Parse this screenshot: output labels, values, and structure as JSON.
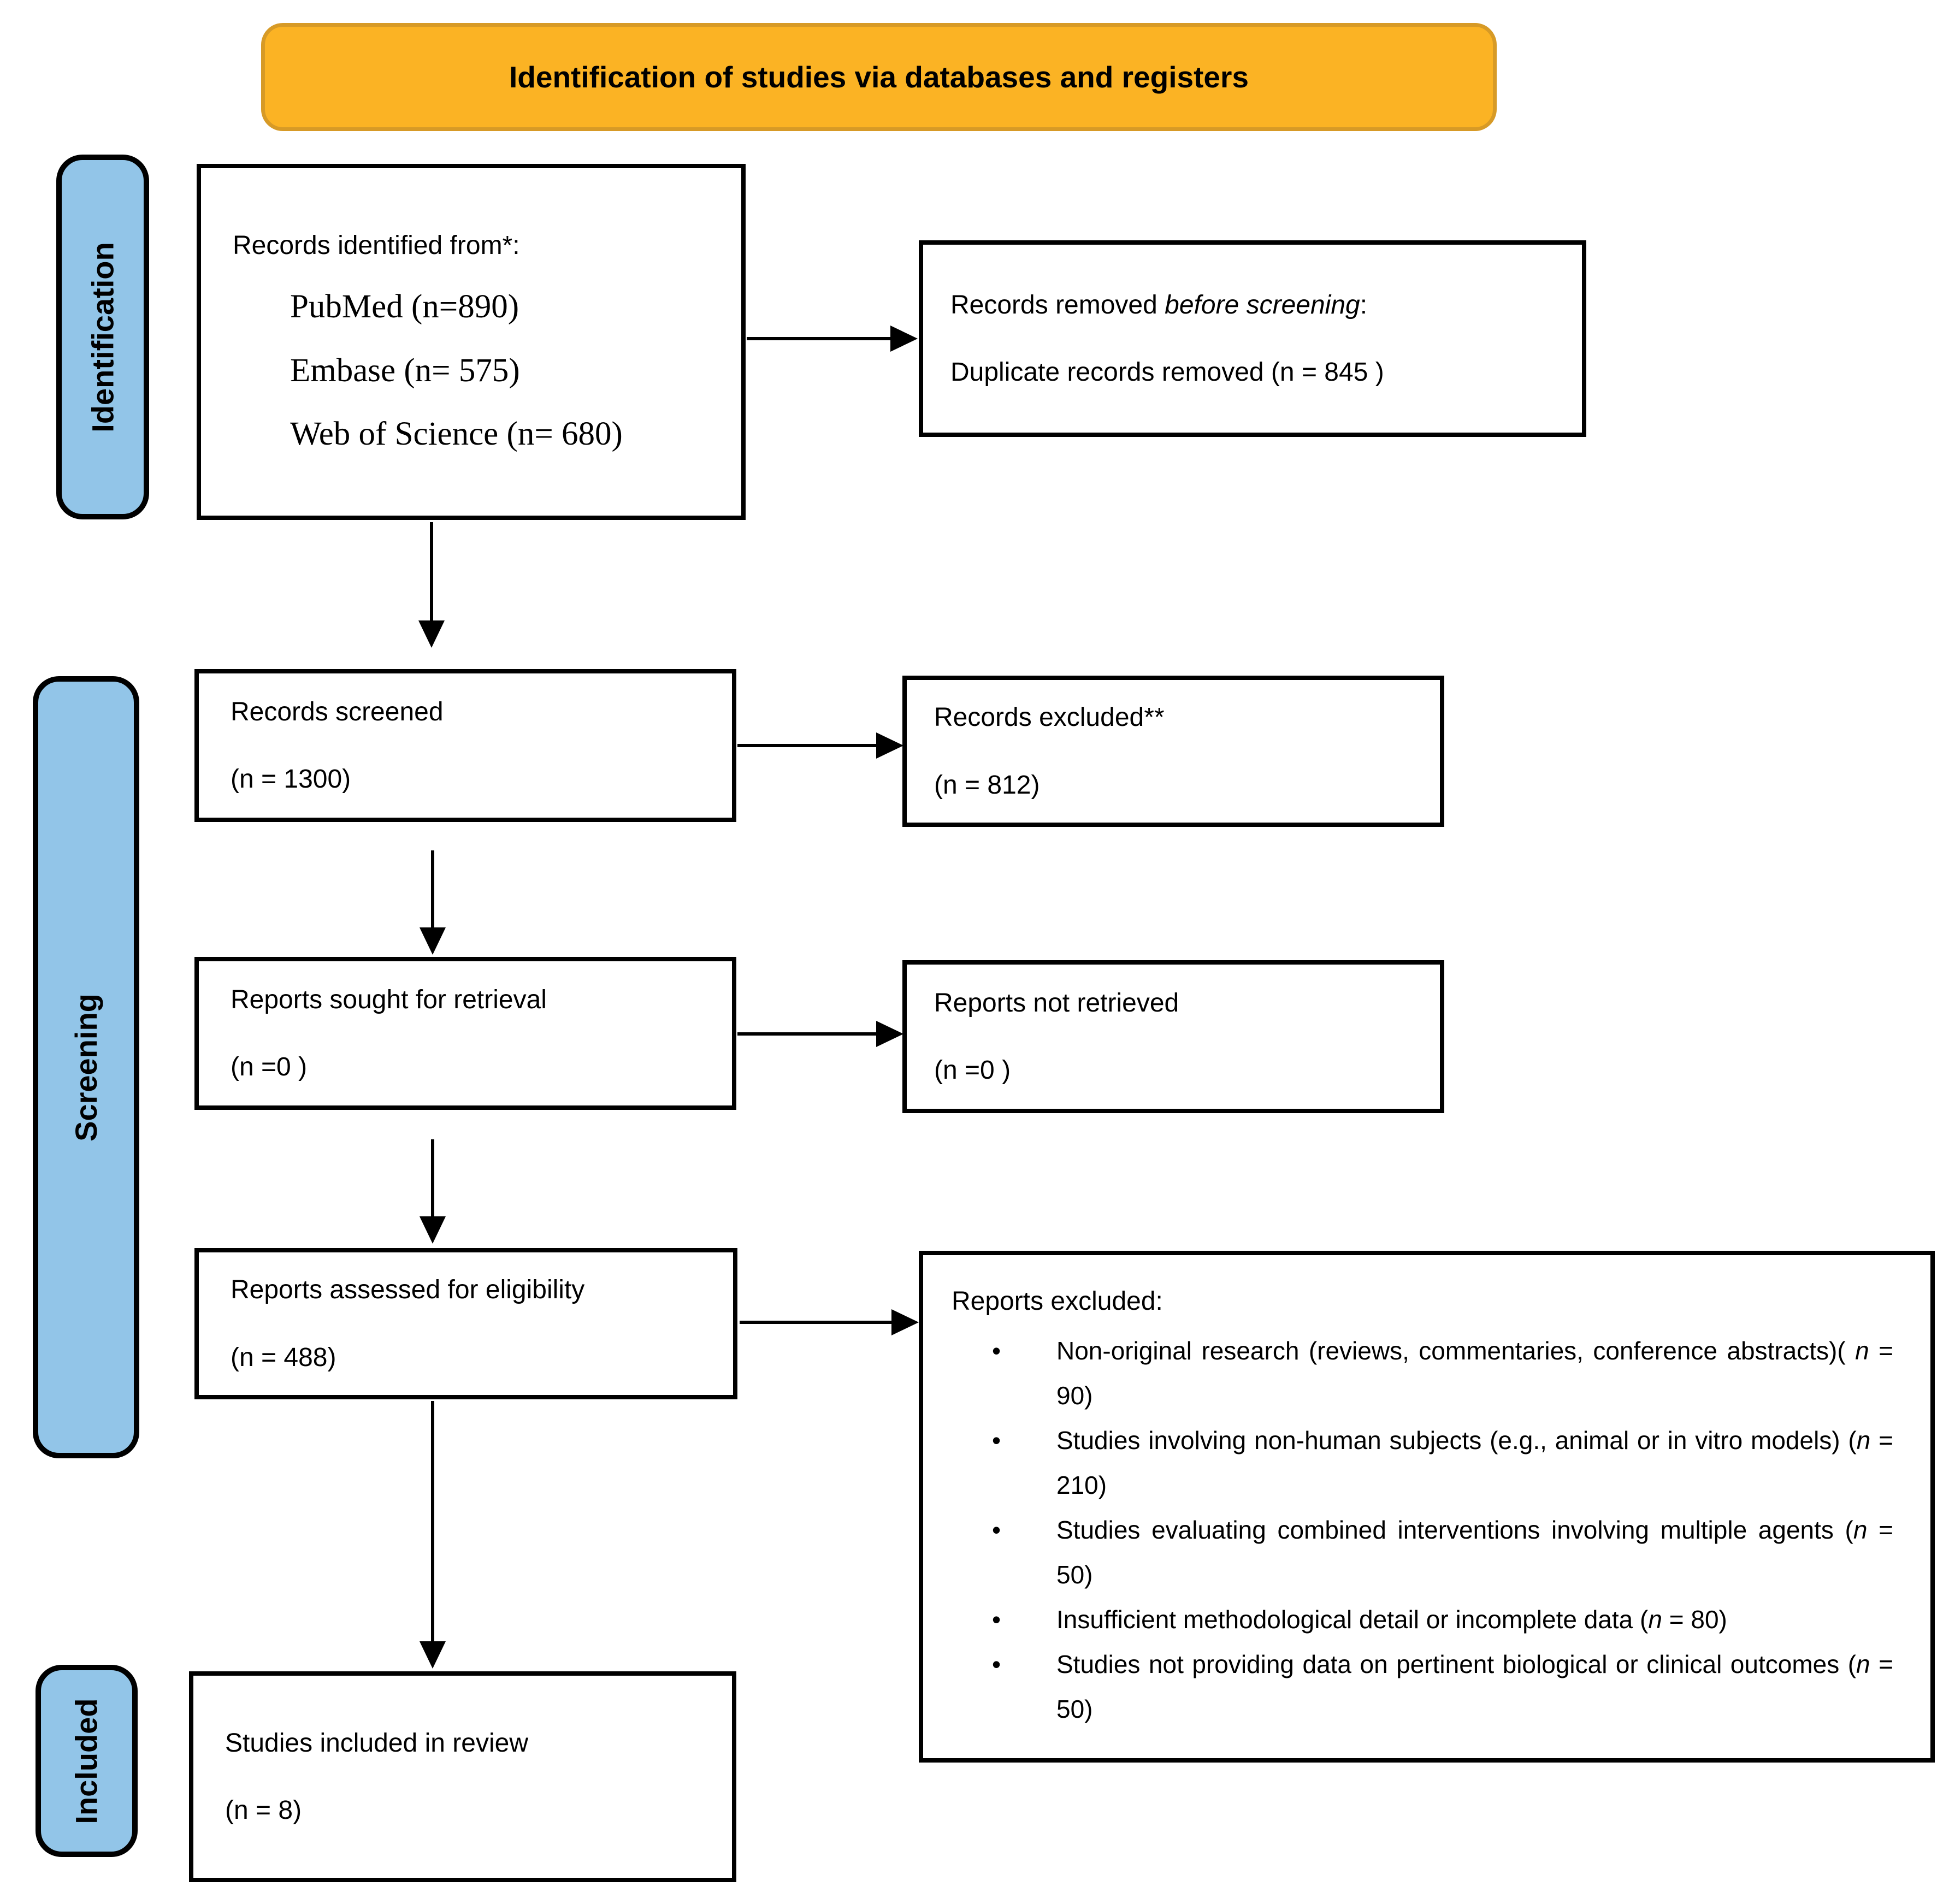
{
  "banner": {
    "title": "Identification of studies via databases and registers"
  },
  "stages": {
    "identification": "Identification",
    "screening": "Screening",
    "included": "Included"
  },
  "boxes": {
    "records_identified": {
      "intro": "Records identified from*:",
      "sources": [
        "PubMed (n=890)",
        "Embase (n= 575)",
        "Web of Science (n= 680)"
      ]
    },
    "records_removed": {
      "line1_pre": "Records removed ",
      "line1_italic": "before screening",
      "line1_post": ":",
      "line2": "Duplicate records removed  (n = 845 )"
    },
    "records_screened": {
      "line1": "Records screened",
      "line2": "(n = 1300)"
    },
    "records_excluded": {
      "line1": "Records excluded**",
      "line2": "(n = 812)"
    },
    "reports_sought": {
      "line1": "Reports sought for retrieval",
      "line2": "(n =0 )"
    },
    "reports_not_retrieved": {
      "line1": "Reports not retrieved",
      "line2": "(n =0 )"
    },
    "reports_assessed": {
      "line1": "Reports assessed for eligibility",
      "line2": "(n = 488)"
    },
    "reports_excluded": {
      "header": "Reports excluded:",
      "bullet_glyph": "•",
      "items": [
        {
          "pre": "Non-original research (reviews, commentaries, conference abstracts)( ",
          "n": "n",
          "post": " = 90)"
        },
        {
          "pre": "Studies involving non-human subjects (e.g., animal or in vitro models) (",
          "n": "n",
          "post": " = 210)"
        },
        {
          "pre": "Studies evaluating combined interventions involving multiple agents (",
          "n": "n",
          "post": " = 50)"
        },
        {
          "pre": "Insufficient methodological detail or incomplete data (",
          "n": "n",
          "post": " = 80)"
        },
        {
          "pre": "Studies not providing data on pertinent biological or clinical outcomes (",
          "n": "n",
          "post": " = 50)"
        }
      ]
    },
    "studies_included": {
      "line1": "Studies included in review",
      "line2": "(n = 8)"
    }
  },
  "colors": {
    "banner_fill": "#FBB324",
    "banner_border": "#D79A26",
    "stage_fill": "#92C5E8",
    "box_border": "#000000"
  }
}
